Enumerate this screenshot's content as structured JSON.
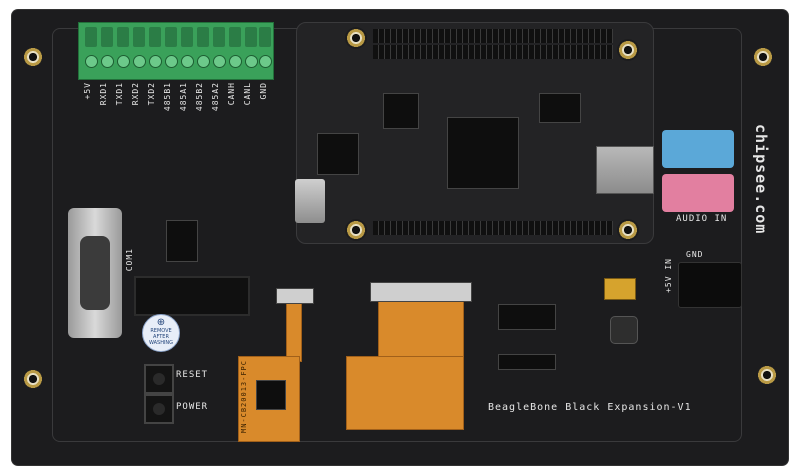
{
  "board": {
    "title": "BeagleBone Black Expansion-V1",
    "brand": "chipsee.com",
    "terminal_labels": [
      "+5V",
      "RXD1",
      "TXD1",
      "RXD2",
      "TXD2",
      "485B1",
      "485A1",
      "485B2",
      "485A2",
      "CANH",
      "CANL",
      "GND"
    ],
    "com_label": "COM1",
    "button_reset": "RESET",
    "button_power": "POWER",
    "audio_label": "AUDIO IN",
    "power_label": "+5V IN",
    "gnd_label": "GND",
    "sticker_text": "REMOVE AFTER WASHING",
    "fpc_part": "MN-CB20013-FPC"
  },
  "colors": {
    "pcb": "#1c1c1e",
    "terminal_green": "#3aa15a",
    "fpc_orange": "#d98a2b",
    "audio_blue": "#5ba8d8",
    "audio_pink": "#e27fa0"
  }
}
